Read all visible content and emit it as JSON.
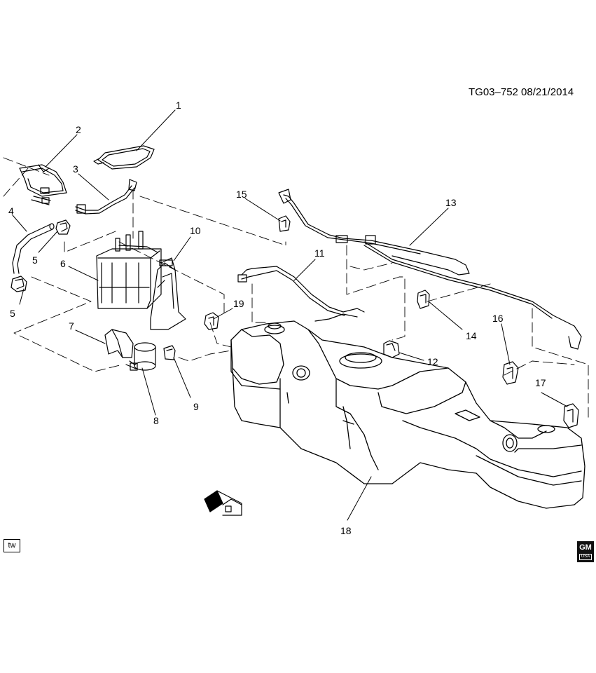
{
  "header": {
    "reference": "TG03–752  08/21/2014"
  },
  "callouts": [
    "1",
    "2",
    "3",
    "4",
    "5",
    "5",
    "6",
    "7",
    "8",
    "9",
    "10",
    "11",
    "12",
    "13",
    "14",
    "15",
    "16",
    "17",
    "18",
    "19"
  ],
  "footer": {
    "tw_badge": "tw",
    "logo_text": "GM",
    "logo_sub": "USA"
  }
}
